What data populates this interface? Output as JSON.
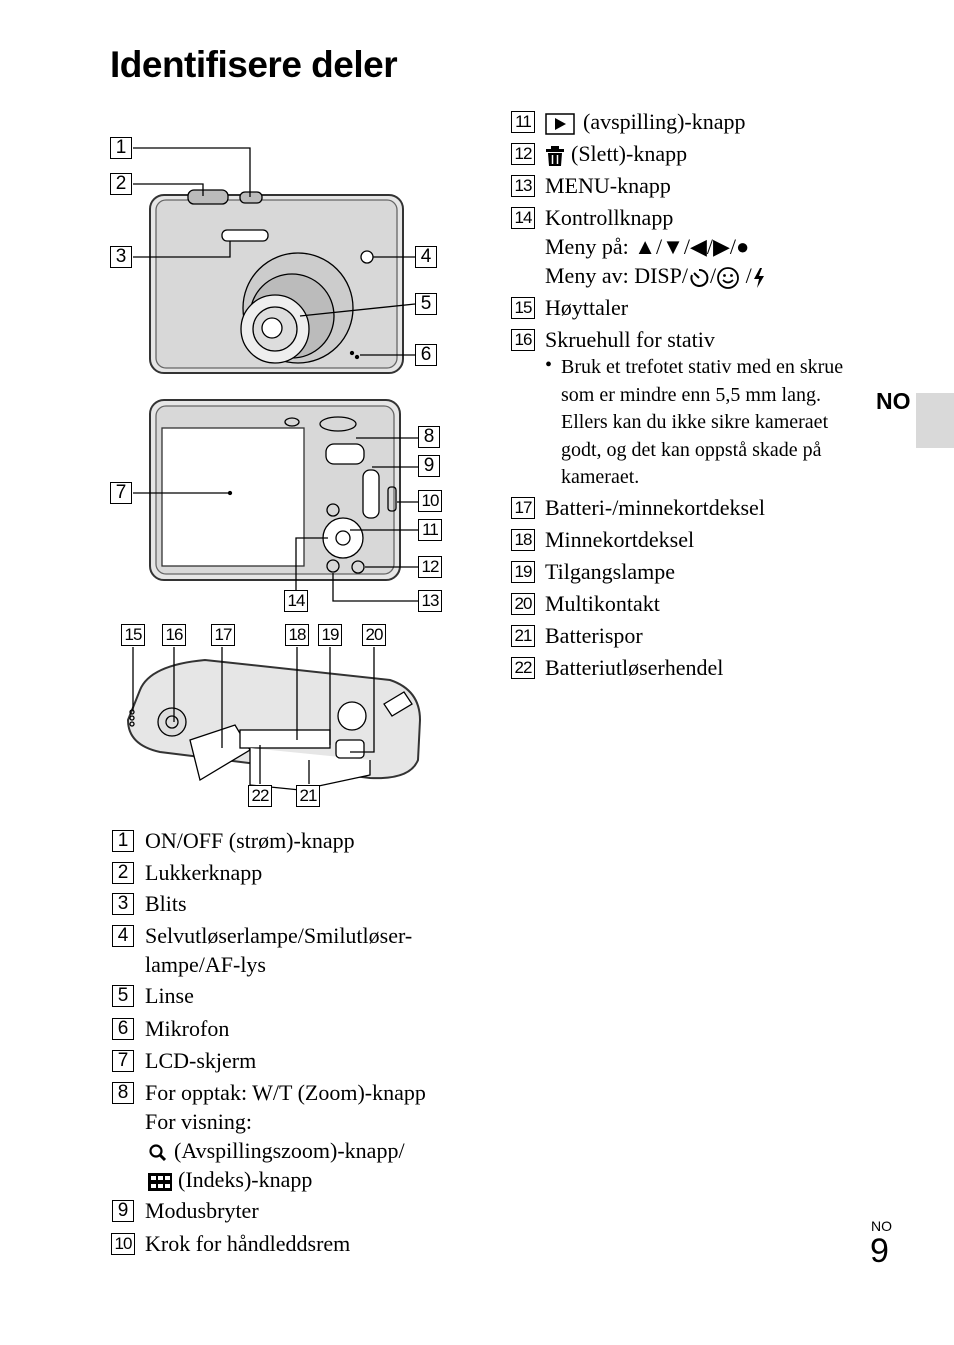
{
  "title": "Identifisere deler",
  "side_tab": "NO",
  "page_lang": "NO",
  "page_number": "9",
  "diagram_callouts": [
    "1",
    "2",
    "3",
    "4",
    "5",
    "6",
    "7",
    "8",
    "9",
    "10",
    "11",
    "12",
    "13",
    "14",
    "15",
    "16",
    "17",
    "18",
    "19",
    "20",
    "21",
    "22"
  ],
  "left_list": [
    {
      "n": "1",
      "lines": [
        "ON/OFF (strøm)-knapp"
      ]
    },
    {
      "n": "2",
      "lines": [
        "Lukkerknapp"
      ]
    },
    {
      "n": "3",
      "lines": [
        "Blits"
      ]
    },
    {
      "n": "4",
      "lines": [
        "Selvutløserlampe/Smilutløser-",
        "lampe/AF-lys"
      ]
    },
    {
      "n": "5",
      "lines": [
        "Linse"
      ]
    },
    {
      "n": "6",
      "lines": [
        "Mikrofon"
      ]
    },
    {
      "n": "7",
      "lines": [
        "LCD-skjerm"
      ]
    },
    {
      "n": "8",
      "lines": [
        "For opptak: W/T (Zoom)-knapp",
        "For visning:",
        "(Avspillingszoom)-knapp/",
        "(Indeks)-knapp"
      ]
    },
    {
      "n": "9",
      "lines": [
        "Modusbryter"
      ]
    },
    {
      "n": "10",
      "lines": [
        "Krok for håndleddsrem"
      ]
    }
  ],
  "right_list": [
    {
      "n": "11",
      "lines": [
        "(avspilling)-knapp"
      ]
    },
    {
      "n": "12",
      "lines": [
        "(Slett)-knapp"
      ]
    },
    {
      "n": "13",
      "lines": [
        "MENU-knapp"
      ]
    },
    {
      "n": "14",
      "lines": [
        "Kontrollknapp",
        "Meny på: ▲/▼/◀/▶/●",
        "Meny av: DISP/"
      ]
    },
    {
      "n": "15",
      "lines": [
        "Høyttaler"
      ]
    },
    {
      "n": "16",
      "lines": [
        "Skruehull for stativ"
      ]
    },
    {
      "n": "17",
      "lines": [
        "Batteri-/minnekortdeksel"
      ]
    },
    {
      "n": "18",
      "lines": [
        "Minnekortdeksel"
      ]
    },
    {
      "n": "19",
      "lines": [
        "Tilgangslampe"
      ]
    },
    {
      "n": "20",
      "lines": [
        "Multikontakt"
      ]
    },
    {
      "n": "21",
      "lines": [
        "Batterispor"
      ]
    },
    {
      "n": "22",
      "lines": [
        "Batteriutløserhendel"
      ]
    }
  ],
  "tripod_note": "Bruk et trefotet stativ med en skrue som er mindre enn 5,5 mm lang. Ellers kan du ikke sikre kameraet godt, og det kan oppstå skade på kameraet.",
  "icons": {
    "playback": "play-icon",
    "delete": "trash-icon",
    "zoom": "magnifier-icon",
    "index": "index-grid-icon",
    "self_timer": "self-timer-icon",
    "smile": "smile-icon",
    "flash": "flash-icon"
  }
}
